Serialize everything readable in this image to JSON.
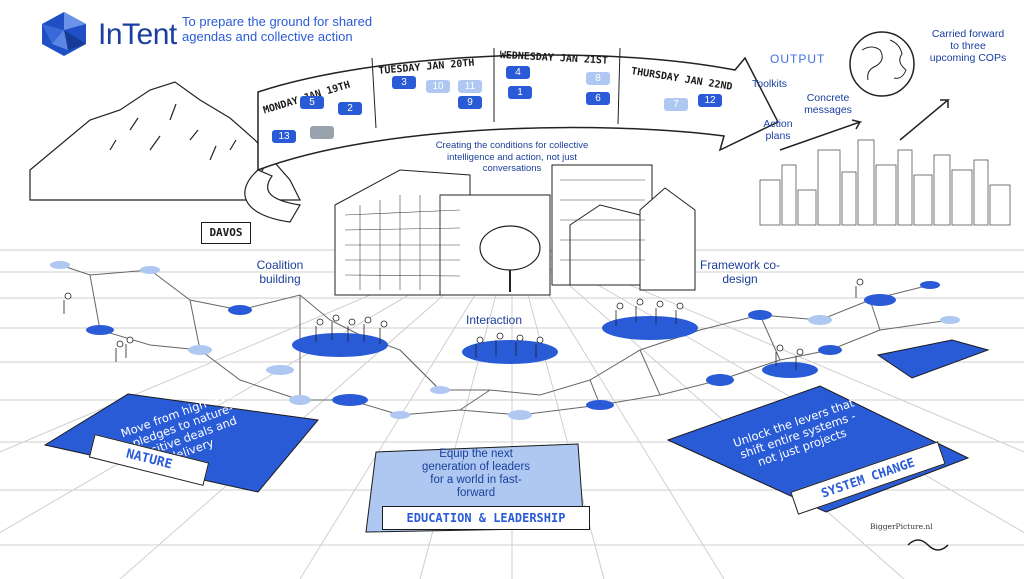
{
  "brand": {
    "name": "InTent",
    "logo_icon": "faceted-globe-icon",
    "color": "#1a3fa0"
  },
  "tagline": "To prepare the ground for shared agendas and collective action",
  "timeline": {
    "days": [
      {
        "label": "MONDAY JAN 19TH",
        "sessions": [
          {
            "n": "5",
            "style": "dark"
          },
          {
            "n": "2",
            "style": "dark"
          },
          {
            "n": "13",
            "style": "dark"
          },
          {
            "n": "",
            "style": "grey"
          }
        ]
      },
      {
        "label": "TUESDAY JAN 20TH",
        "sessions": [
          {
            "n": "3",
            "style": "dark"
          },
          {
            "n": "10",
            "style": "light"
          },
          {
            "n": "11",
            "style": "light"
          },
          {
            "n": "9",
            "style": "dark"
          }
        ]
      },
      {
        "label": "WEDNESDAY JAN 21ST",
        "sessions": [
          {
            "n": "4",
            "style": "dark"
          },
          {
            "n": "8",
            "style": "light"
          },
          {
            "n": "1",
            "style": "dark"
          },
          {
            "n": "6",
            "style": "dark"
          }
        ]
      },
      {
        "label": "THURSDAY JAN 22ND",
        "sessions": [
          {
            "n": "7",
            "style": "light"
          },
          {
            "n": "12",
            "style": "dark"
          }
        ]
      }
    ]
  },
  "output": {
    "heading": "OUTPUT",
    "items": [
      "Toolkits",
      "Concrete messages",
      "Action plans"
    ],
    "cops": "Carried forward to three upcoming COPs"
  },
  "center_note": "Creating the conditions for collective intelligence and action, not just conversations",
  "place_sign": "DAVOS",
  "labels": {
    "coalition": "Coalition building",
    "interaction": "Interaction",
    "framework": "Framework co-design"
  },
  "mats": {
    "nature": {
      "text": "Move from high level pledges to nature-positive deals and delivery",
      "banner": "NATURE"
    },
    "education": {
      "text": "Equip the next generation of leaders for a world in fast-forward",
      "banner": "EDUCATION & LEADERSHIP"
    },
    "system": {
      "text": "Unlock the levers that shift entire systems - not just projects",
      "banner": "SYSTEM CHANGE"
    }
  },
  "credit": {
    "studio": "BiggerPicture.nl"
  },
  "colors": {
    "dark_blue": "#2a5bd7",
    "light_blue": "#aec8f2",
    "navy": "#1c3f9a",
    "ink": "#1a1a1a"
  }
}
